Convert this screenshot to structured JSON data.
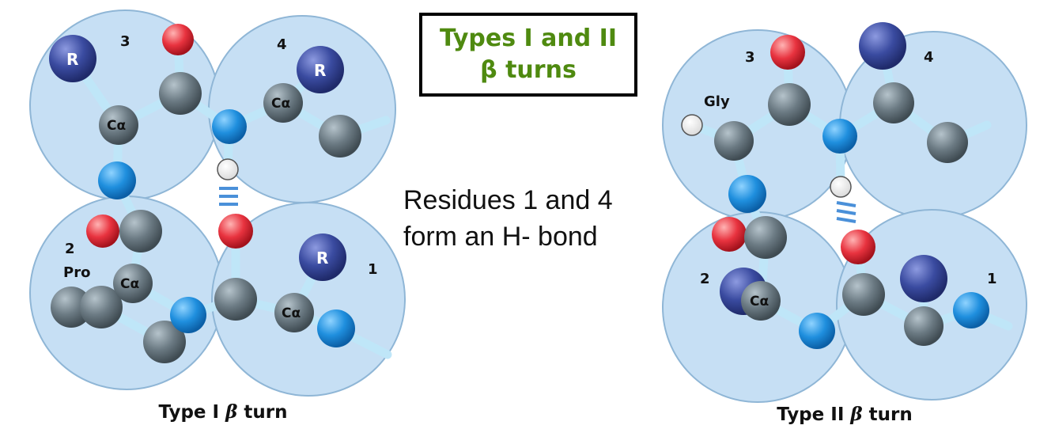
{
  "colors": {
    "sphere_fill": "#c6dff4",
    "sphere_stroke": "#8fb6d6",
    "bond": "#bfe6f8",
    "carbon": "#6b7a83",
    "nitrogen": "#1f8fde",
    "oxygen": "#e8333f",
    "r_group": "#3a4ba0",
    "hydrogen": "#ffffff",
    "hbond": "#4a90d9",
    "title_green": "#4f8a10"
  },
  "title": {
    "line1": "Types I and II",
    "line2": "β turns"
  },
  "description": {
    "line1": "Residues 1 and 4",
    "line2": "form an H- bond"
  },
  "type1": {
    "caption_prefix": "Type I ",
    "caption_beta": "β",
    "caption_suffix": " turn",
    "residue_numbers": {
      "r1": "1",
      "r2": "2",
      "r3": "3",
      "r4": "4"
    },
    "pro_label": "Pro",
    "r_label": "R",
    "ca_label": "Cα"
  },
  "type2": {
    "caption_prefix": "Type II ",
    "caption_beta": "β",
    "caption_suffix": " turn",
    "residue_numbers": {
      "r1": "1",
      "r2": "2",
      "r3": "3",
      "r4": "4"
    },
    "gly_label": "Gly",
    "ca_label": "Cα"
  }
}
